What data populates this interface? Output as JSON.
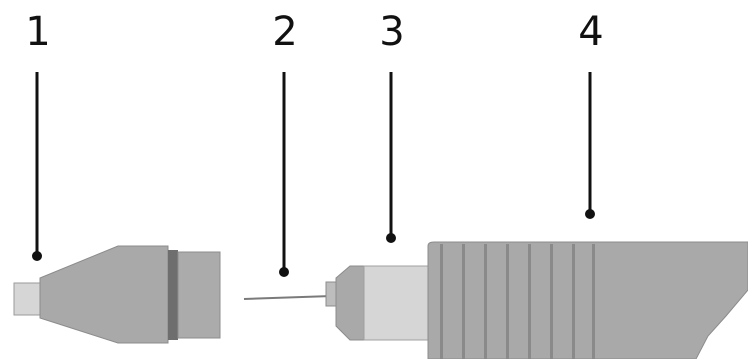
{
  "callouts": [
    {
      "label": "1"
    },
    {
      "label": "2"
    },
    {
      "label": "3"
    },
    {
      "label": "4"
    }
  ],
  "colors": {
    "body_gray": "#a9a9a9",
    "light_gray": "#d6d6d6",
    "dark_band": "#6e6e6e",
    "line": "#111111"
  }
}
